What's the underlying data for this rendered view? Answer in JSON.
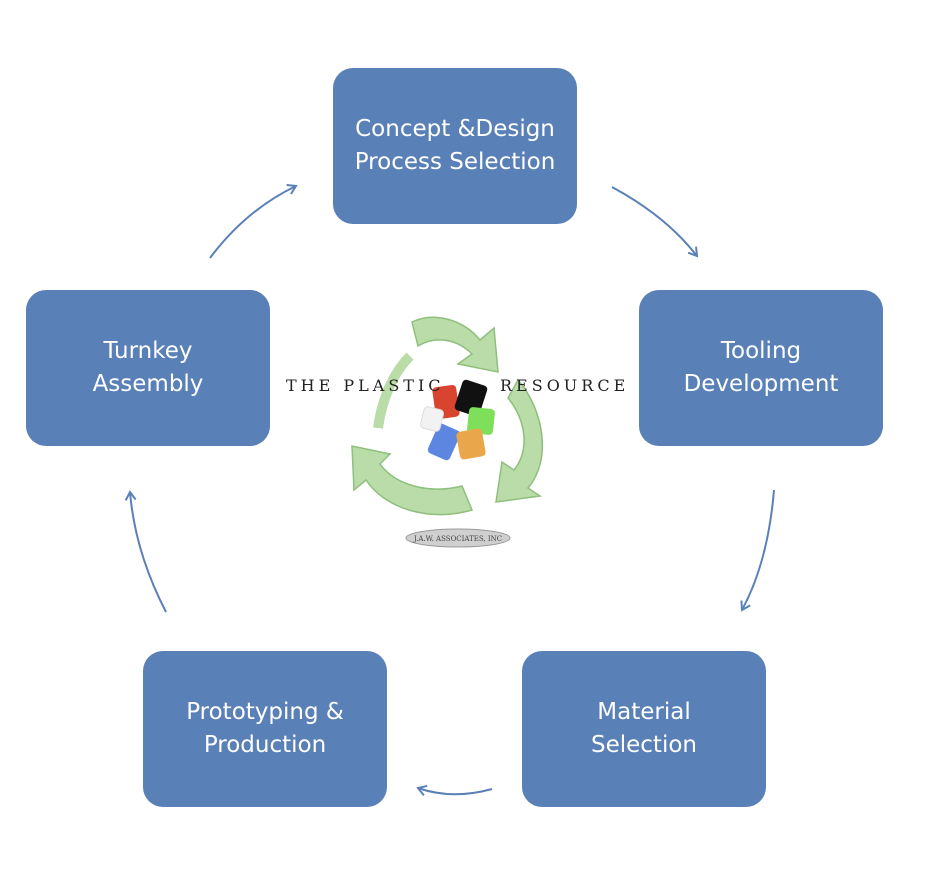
{
  "diagram": {
    "nodes": [
      {
        "id": "concept",
        "label": "Concept &Design\nProcess Selection"
      },
      {
        "id": "tooling",
        "label": "Tooling\nDevelopment"
      },
      {
        "id": "material",
        "label": "Material\nSelection"
      },
      {
        "id": "prototyping",
        "label": "Prototyping &\nProduction"
      },
      {
        "id": "turnkey",
        "label": "Turnkey\nAssembly"
      }
    ],
    "edges": [
      {
        "from": "concept",
        "to": "tooling"
      },
      {
        "from": "tooling",
        "to": "material"
      },
      {
        "from": "material",
        "to": "prototyping"
      },
      {
        "from": "prototyping",
        "to": "turnkey"
      },
      {
        "from": "turnkey",
        "to": "concept"
      }
    ],
    "colors": {
      "node_fill": "#5a80b8",
      "node_text": "#ffffff",
      "arrow": "#5a80b8"
    }
  },
  "logo": {
    "word_left": "THE PLASTIC",
    "word_right": "RESOURCE",
    "badge_text": "J.A.W. ASSOCIATES, INC"
  }
}
